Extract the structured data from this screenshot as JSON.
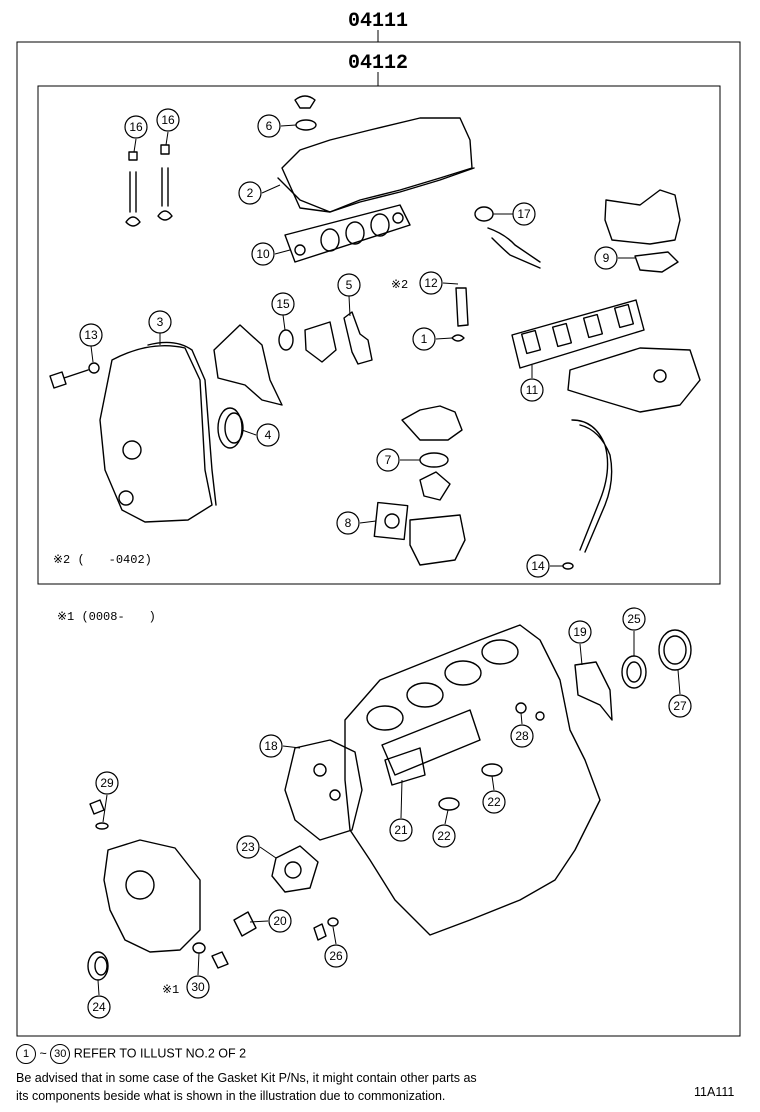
{
  "kit_outer": "04111",
  "kit_inner": "04112",
  "note_top": "※2 (　　-0402)",
  "note_lower": "※1 (0008-　　)",
  "footer": {
    "range_start": "1",
    "range_sep": "~",
    "range_end": "30",
    "refer": "REFER TO ILLUST NO.2 OF 2",
    "advice_line1": "Be advised that in some case of the Gasket Kit P/Ns,  it might contain other parts as",
    "advice_line2": "its components beside what is shown in the illustration due to commonization."
  },
  "figure_id": "11A111",
  "callouts_top": [
    {
      "num": "16",
      "prefix": ""
    },
    {
      "num": "16",
      "prefix": ""
    },
    {
      "num": "6",
      "prefix": ""
    },
    {
      "num": "2",
      "prefix": ""
    },
    {
      "num": "17",
      "prefix": ""
    },
    {
      "num": "10",
      "prefix": ""
    },
    {
      "num": "9",
      "prefix": ""
    },
    {
      "num": "5",
      "prefix": ""
    },
    {
      "num": "12",
      "prefix": "※2"
    },
    {
      "num": "15",
      "prefix": ""
    },
    {
      "num": "3",
      "prefix": ""
    },
    {
      "num": "13",
      "prefix": ""
    },
    {
      "num": "1",
      "prefix": ""
    },
    {
      "num": "11",
      "prefix": ""
    },
    {
      "num": "4",
      "prefix": ""
    },
    {
      "num": "7",
      "prefix": ""
    },
    {
      "num": "8",
      "prefix": ""
    },
    {
      "num": "14",
      "prefix": ""
    }
  ],
  "callouts_bottom": [
    {
      "num": "19",
      "prefix": ""
    },
    {
      "num": "25",
      "prefix": ""
    },
    {
      "num": "27",
      "prefix": ""
    },
    {
      "num": "28",
      "prefix": ""
    },
    {
      "num": "18",
      "prefix": ""
    },
    {
      "num": "22",
      "prefix": ""
    },
    {
      "num": "22",
      "prefix": ""
    },
    {
      "num": "21",
      "prefix": ""
    },
    {
      "num": "29",
      "prefix": ""
    },
    {
      "num": "23",
      "prefix": ""
    },
    {
      "num": "20",
      "prefix": ""
    },
    {
      "num": "26",
      "prefix": ""
    },
    {
      "num": "24",
      "prefix": ""
    },
    {
      "num": "30",
      "prefix": "※1"
    }
  ]
}
